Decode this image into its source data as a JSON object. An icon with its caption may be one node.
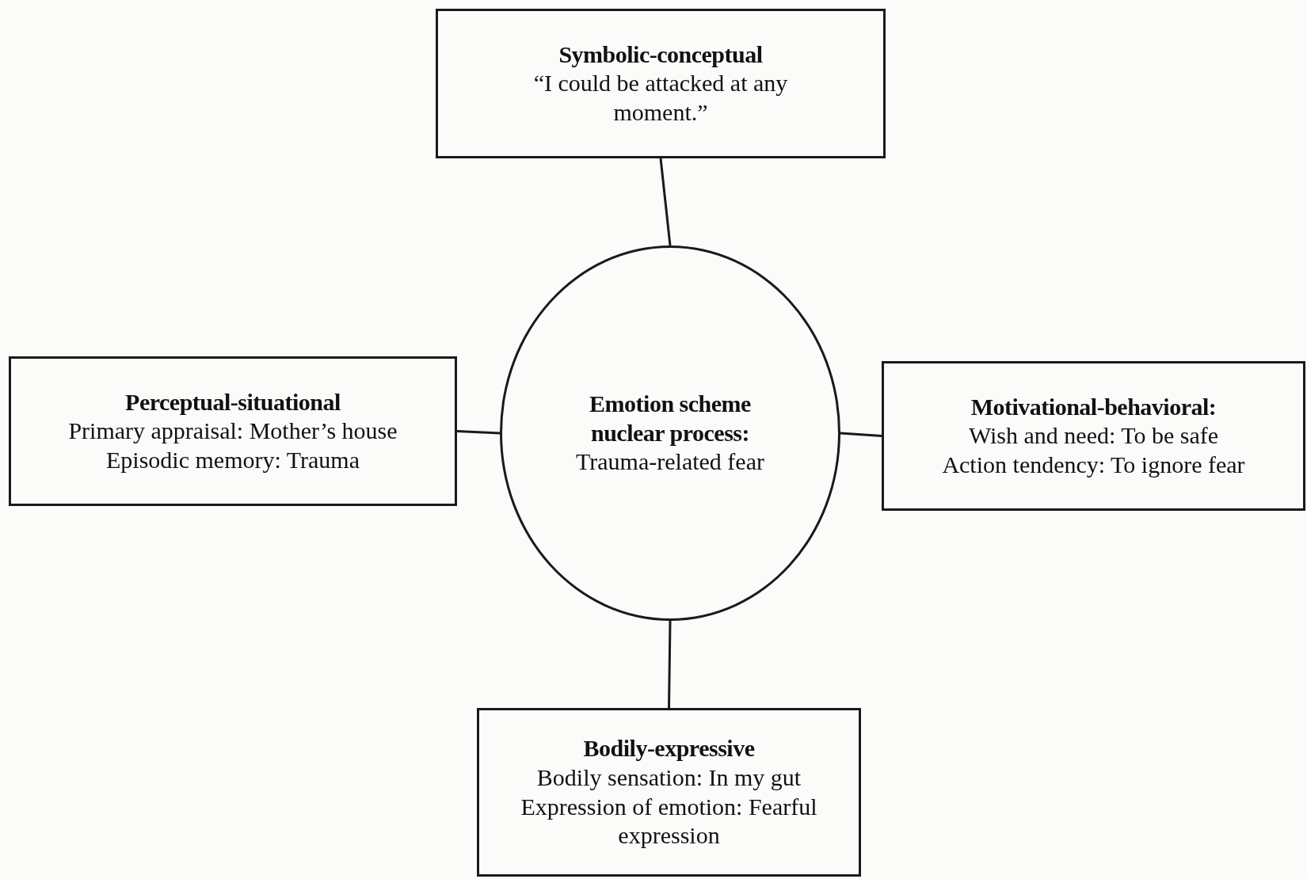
{
  "diagram": {
    "nodes": [
      {
        "text": [
          "Symbolic-conceptual",
          "“I could be attacked at any moment.”"
        ]
      },
      {
        "text": [
          "Perceptual-situational",
          "Primary appraisal: Mother’s house",
          "Episodic memory: Trauma"
        ]
      },
      {
        "text": [
          "Emotion scheme nuclear process:",
          "Trauma-related fear"
        ]
      },
      {
        "text": [
          "Motivational-behavioral:",
          "Wish and need: To be safe",
          "Action tendency: To ignore fear"
        ]
      },
      {
        "text": [
          "Bodily-expressive",
          "Bodily sensation: In my gut",
          "Expression of emotion: Fearful expression"
        ]
      }
    ],
    "edges": [
      {
        "from": 2,
        "to": 0,
        "arrow": "none"
      },
      {
        "from": 2,
        "to": 1,
        "arrow": "none"
      },
      {
        "from": 2,
        "to": 3,
        "arrow": "none"
      },
      {
        "from": 2,
        "to": 4,
        "arrow": "none"
      }
    ]
  }
}
